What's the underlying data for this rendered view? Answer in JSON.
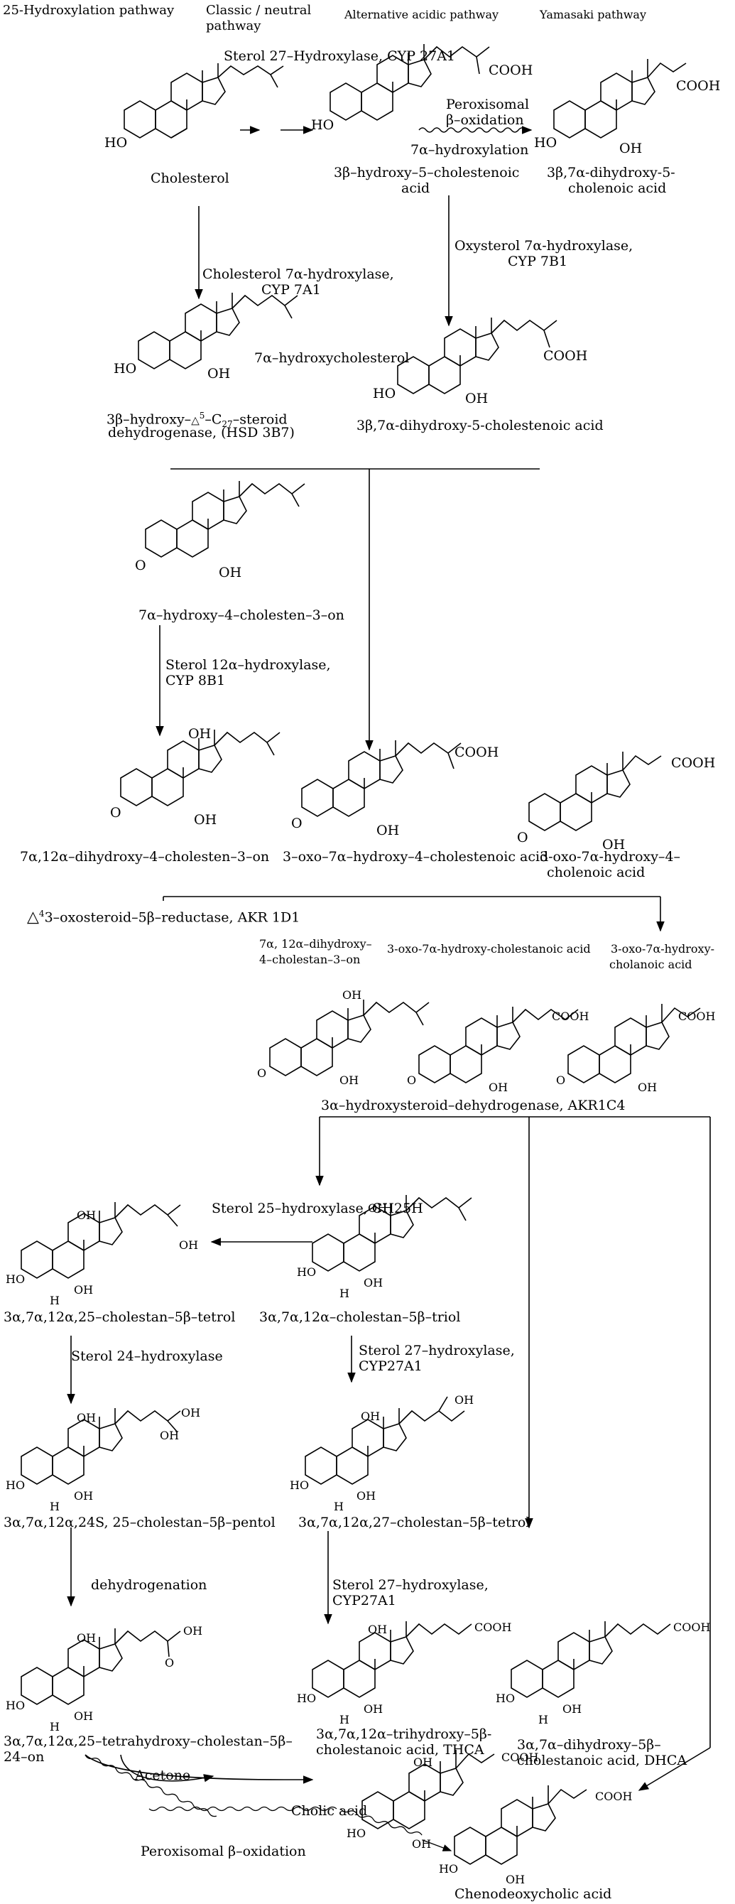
{
  "headers": {
    "h1": "25-Hydroxylation pathway",
    "h2a": "Classic / neutral",
    "h2b": "pathway",
    "h3": "Alternative acidic pathway",
    "h4": "Yamasaki pathway"
  },
  "enzymes": {
    "cyp27a1_top": "Sterol 27–Hydroxylase, CYP 27A1",
    "peroxisomal_a": "Peroxisomal",
    "peroxisomal_b": "β–oxidation",
    "hydroxylation7a": "7α–hydroxylation",
    "cyp7a1_a": "Cholesterol 7α-hydroxylase,",
    "cyp7a1_b": "CYP 7A1",
    "cyp7b1_a": "Oxysterol 7α-hydroxylase,",
    "cyp7b1_b": "CYP 7B1",
    "cyp8b1_a": "Sterol 12α–hydroxylase,",
    "cyp8b1_b": "CYP 8B1",
    "akr1d1": "3–oxosteroid–5β–reductase, AKR 1D1",
    "akr1d1_sup": "4",
    "akr1c4": "3α–hydroxysteroid–dehydrogenase, AKR1C4",
    "ch25h": "Sterol 25–hydroxylase, CH25H",
    "sterol24": "Sterol 24–hydroxylase",
    "cyp27a1_b1": "Sterol 27–hydroxylase,",
    "cyp27a1_b2": "CYP27A1",
    "cyp27a1_c1": "Sterol 27–hydroxylase,",
    "cyp27a1_c2": "CYP27A1",
    "dehydrogenation": "dehydrogenation",
    "acetone": "Acetone",
    "peroxisomal_bottom": "Peroxisomal  β–oxidation"
  },
  "compounds": {
    "cholesterol": "Cholesterol",
    "hcholestenoic_a": "3β–hydroxy–5–cholestenoic",
    "hcholestenoic_b": "acid",
    "dihydroxycholenoic_a": "3β,7α-dihydroxy-5-",
    "dihydroxycholenoic_b": "cholenoic acid",
    "hydroxycholesterol7a": "7α–hydroxycholesterol",
    "hsd3b7_a1": "3β–hydroxy–",
    "hsd3b7_a2": "–C",
    "hsd3b7_sub": "27",
    "hsd3b7_a3": "–steroid",
    "hsd3b7_sup": "5",
    "hsd3b7_b": "dehydrogenase, (HSD 3B7)",
    "dihydroxycholestenoic": "3β,7α-dihydroxy-5-cholestenoic acid",
    "cholesten3on": "7α–hydroxy–4–cholesten–3–on",
    "dihydroxycholesten3on": "7α,12α–dihydroxy–4–cholesten–3–on",
    "oxocholestenoic": "3–oxo–7α–hydroxy–4–cholestenoic acid",
    "oxocholenoic_a": "3-oxo-7α-hydroxy–4–",
    "oxocholenoic_b": "cholenoic acid",
    "cholestan3on_a": "7α, 12α–dihydroxy–",
    "cholestan3on_b": "4–cholestan–3–on",
    "oxocholestanoic": "3-oxo-7α-hydroxy-cholestanoic acid",
    "oxocholanoic_a": "3-oxo-7α-hydroxy-",
    "oxocholanoic_b": "cholanoic acid",
    "tetrol25": "3α,7α,12α,25–cholestan–5β–tetrol",
    "triol": "3α,7α,12α–cholestan–5β–triol",
    "pentol": "3α,7α,12α,24S, 25–cholestan–5β–pentol",
    "tetrol27": "3α,7α,12α,27–cholestan–5β–tetrol",
    "tetrahydroxy_a": "3α,7α,12α,25–tetrahydroxy–cholestan–5β–",
    "tetrahydroxy_b": "24–on",
    "thca_a": "3α,7α,12α–trihydroxy–5β-",
    "thca_b": "cholestanoic acid, THCA",
    "dhca_a": "3α,7α–dihydroxy–5β–",
    "dhca_b": "cholestanoic acid, DHCA",
    "cholic": "Cholic acid",
    "chenodeoxycholic": "Chenodeoxycholic acid"
  },
  "atoms": {
    "HO": "HO",
    "OH": "OH",
    "O": "O",
    "H": "H",
    "COOH": "COOH"
  }
}
